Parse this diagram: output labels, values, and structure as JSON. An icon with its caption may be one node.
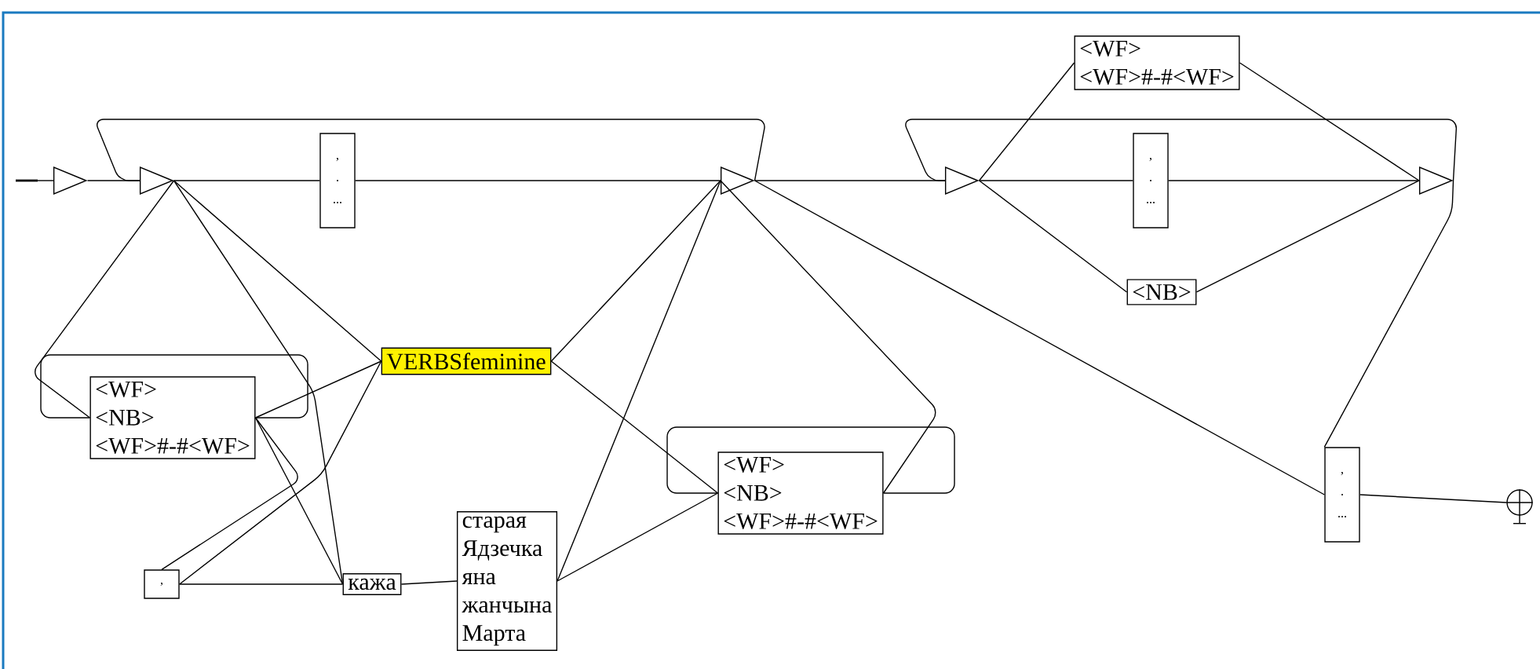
{
  "diagram": {
    "nodes": [
      {
        "text": [],
        "shape": "triangle"
      },
      {
        "text": [],
        "shape": "triangle"
      },
      {
        "text": [
          ",",
          ".",
          "..."
        ]
      },
      {
        "text": [],
        "shape": "triangle"
      },
      {
        "text": [],
        "shape": "triangle"
      },
      {
        "text": [
          "<WF>",
          "<WF>#-#<WF>"
        ]
      },
      {
        "text": [
          ",",
          ".",
          "..."
        ]
      },
      {
        "text": [
          "<NB>"
        ]
      },
      {
        "text": [],
        "shape": "triangle"
      },
      {
        "text": [
          "VERBSfeminine"
        ]
      },
      {
        "text": [
          "<WF>",
          "<NB>",
          "<WF>#-#<WF>"
        ]
      },
      {
        "text": [
          ","
        ]
      },
      {
        "text": [
          "кажа"
        ]
      },
      {
        "text": [
          "старая",
          "Ядзечка",
          "яна",
          "жанчына",
          "Марта"
        ]
      },
      {
        "text": [
          "<WF>",
          "<NB>",
          "<WF>#-#<WF>"
        ]
      },
      {
        "text": [
          ",",
          ".",
          "..."
        ]
      },
      {
        "text": [],
        "shape": "circle"
      }
    ],
    "edges": [
      {
        "from": 0,
        "to": 1,
        "arrow": "none"
      },
      {
        "from": 1,
        "to": 2,
        "arrow": "none"
      },
      {
        "from": 2,
        "to": 3,
        "arrow": "none"
      },
      {
        "from": 3,
        "to": 1,
        "arrow": "none"
      },
      {
        "from": 1,
        "to": 9,
        "arrow": "none"
      },
      {
        "from": 1,
        "to": 10,
        "arrow": "none"
      },
      {
        "from": 1,
        "to": 12,
        "arrow": "none"
      },
      {
        "from": 10,
        "to": 10,
        "arrow": "none"
      },
      {
        "from": 10,
        "to": 9,
        "arrow": "none"
      },
      {
        "from": 10,
        "to": 11,
        "arrow": "none"
      },
      {
        "from": 10,
        "to": 12,
        "arrow": "none"
      },
      {
        "from": 11,
        "to": 9,
        "arrow": "none"
      },
      {
        "from": 11,
        "to": 12,
        "arrow": "none"
      },
      {
        "from": 9,
        "to": 3,
        "arrow": "none"
      },
      {
        "from": 9,
        "to": 14,
        "arrow": "none"
      },
      {
        "from": 12,
        "to": 13,
        "arrow": "none"
      },
      {
        "from": 13,
        "to": 3,
        "arrow": "none"
      },
      {
        "from": 13,
        "to": 14,
        "arrow": "none"
      },
      {
        "from": 14,
        "to": 14,
        "arrow": "none"
      },
      {
        "from": 14,
        "to": 3,
        "arrow": "none"
      },
      {
        "from": 3,
        "to": 4,
        "arrow": "none"
      },
      {
        "from": 3,
        "to": 15,
        "arrow": "none"
      },
      {
        "from": 4,
        "to": 5,
        "arrow": "none"
      },
      {
        "from": 4,
        "to": 6,
        "arrow": "none"
      },
      {
        "from": 4,
        "to": 7,
        "arrow": "none"
      },
      {
        "from": 5,
        "to": 8,
        "arrow": "none"
      },
      {
        "from": 6,
        "to": 8,
        "arrow": "none"
      },
      {
        "from": 7,
        "to": 8,
        "arrow": "none"
      },
      {
        "from": 8,
        "to": 4,
        "arrow": "none"
      },
      {
        "from": 8,
        "to": 15,
        "arrow": "none"
      },
      {
        "from": 15,
        "to": 16,
        "arrow": "none"
      }
    ]
  }
}
